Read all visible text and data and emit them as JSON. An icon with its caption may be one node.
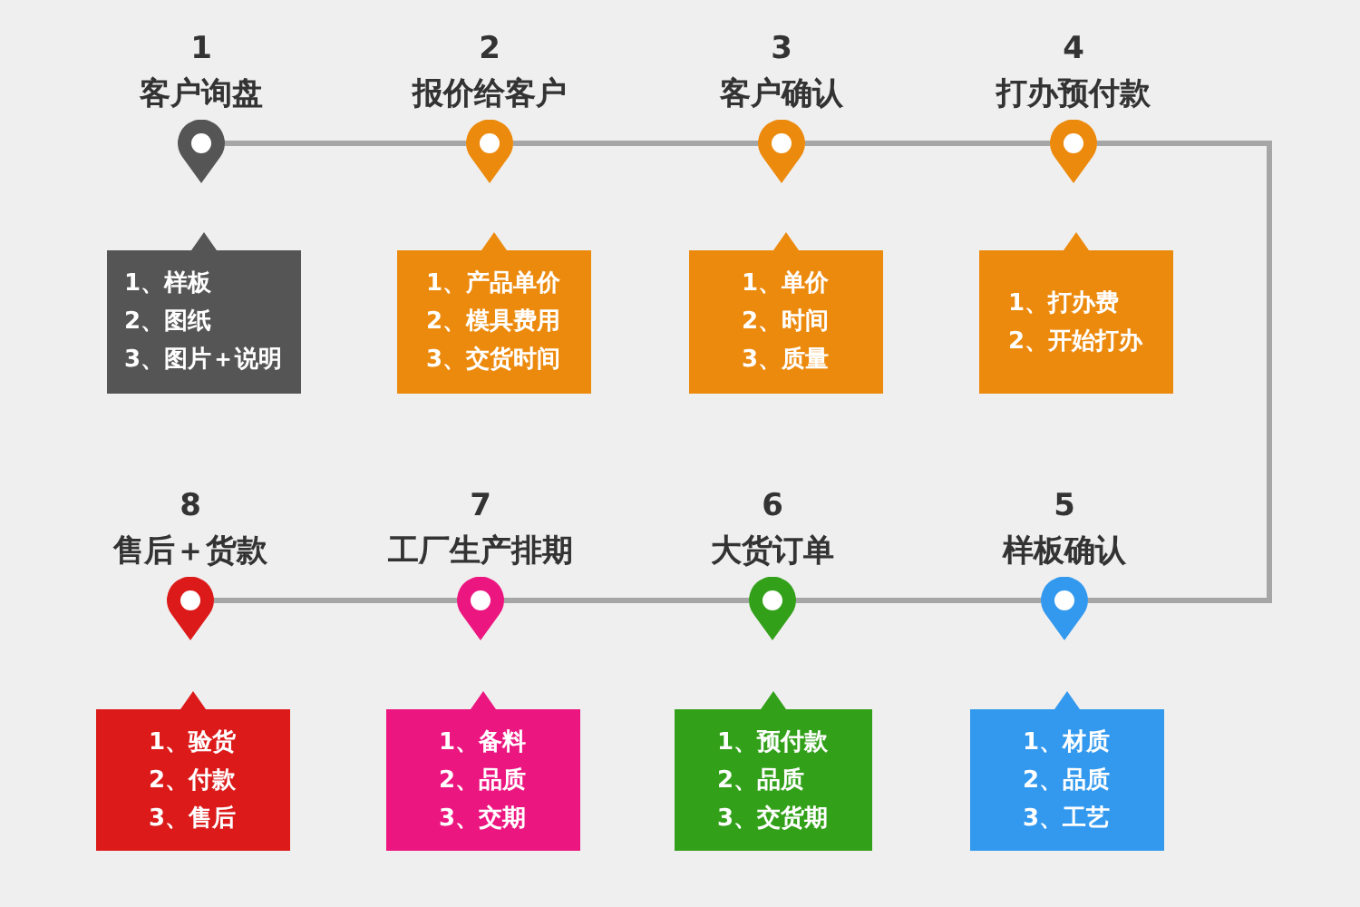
{
  "diagram": {
    "nodes": [
      {
        "text": [],
        "shape": "pin",
        "beside": [
          "1",
          "客户询盘"
        ]
      },
      {
        "text": [
          "1、样板",
          "2、图纸",
          "3、图片＋说明"
        ]
      },
      {
        "text": [],
        "shape": "pin",
        "beside": [
          "2",
          "报价给客户"
        ]
      },
      {
        "text": [
          "1、产品单价",
          "2、模具费用",
          "3、交货时间"
        ]
      },
      {
        "text": [],
        "shape": "pin",
        "beside": [
          "3",
          "客户确认"
        ]
      },
      {
        "text": [
          "1、单价",
          "2、时间",
          "3、质量"
        ]
      },
      {
        "text": [],
        "shape": "pin",
        "beside": [
          "4",
          "打办预付款"
        ]
      },
      {
        "text": [
          "1、打办费",
          "2、开始打办"
        ]
      },
      {
        "text": [],
        "shape": "pin",
        "beside": [
          "5",
          "样板确认"
        ]
      },
      {
        "text": [
          "1、材质",
          "2、品质",
          "3、工艺"
        ]
      },
      {
        "text": [],
        "shape": "pin",
        "beside": [
          "6",
          "大货订单"
        ]
      },
      {
        "text": [
          "1、预付款",
          "2、品质",
          "3、交货期"
        ]
      },
      {
        "text": [],
        "shape": "pin",
        "beside": [
          "7",
          "工厂生产排期"
        ]
      },
      {
        "text": [
          "1、备料",
          "2、品质",
          "3、交期"
        ]
      },
      {
        "text": [],
        "shape": "pin",
        "beside": [
          "8",
          "售后＋货款"
        ]
      },
      {
        "text": [
          "1、验货",
          "2、付款",
          "3、售后"
        ]
      }
    ],
    "edges": [
      {
        "from": 0,
        "to": 2,
        "arrow": "none"
      },
      {
        "from": 2,
        "to": 4,
        "arrow": "none"
      },
      {
        "from": 4,
        "to": 6,
        "arrow": "none"
      },
      {
        "from": 6,
        "to": 8,
        "arrow": "none"
      },
      {
        "from": 8,
        "to": 10,
        "arrow": "none"
      },
      {
        "from": 10,
        "to": 12,
        "arrow": "none"
      },
      {
        "from": 12,
        "to": 14,
        "arrow": "none"
      }
    ]
  }
}
